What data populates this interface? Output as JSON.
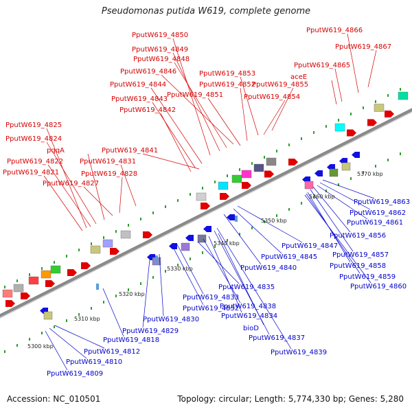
{
  "title": "Pseudomonas putida W619, complete genome",
  "footer": {
    "accession": "Accession: NC_010501",
    "summary": "Topology: circular; Length: 5,774,330 bp; Genes: 5,280"
  },
  "colors": {
    "top_labels": "#d40000",
    "bottom_labels": "#0000cc",
    "backbone": "#8a8a8a",
    "forward_gene": "#e00000",
    "reverse_gene": "#1010e0",
    "tick": "#2a9d2a"
  },
  "scale_labels": [
    "5300 kbp",
    "5310 kbp",
    "5320 kbp",
    "5330 kbp",
    "5340 kbp",
    "5350 kbp",
    "5360 kbp",
    "5370 kbp"
  ],
  "top_gene_labels": [
    "PputW619_4866",
    "PputW619_4850",
    "PputW619_4867",
    "PputW619_4849",
    "PputW619_4848",
    "PputW619_4865",
    "PputW619_4846",
    "PputW619_4853",
    "aceE",
    "PputW619_4844",
    "PputW619_4852",
    "PputW619_4855",
    "PputW619_4851",
    "PputW619_4843",
    "PputW619_4854",
    "PputW619_4842",
    "PputW619_4825",
    "PputW619_4824",
    "PputW619_4841",
    "pqqA",
    "PputW619_4822",
    "PputW619_4831",
    "PputW619_4821",
    "PputW619_4828",
    "PputW619_4827"
  ],
  "bottom_gene_labels": [
    "PputW619_4863",
    "PputW619_4862",
    "PputW619_4861",
    "PputW619_4856",
    "PputW619_4847",
    "PputW619_4845",
    "PputW619_4857",
    "PputW619_4858",
    "PputW619_4840",
    "PputW619_4859",
    "PputW619_4860",
    "PputW619_4835",
    "PputW619_4833",
    "PputW619_4838",
    "PputW619_4832",
    "PputW619_4834",
    "PputW619_4830",
    "bioD",
    "PputW619_4829",
    "PputW619_4837",
    "PputW619_4818",
    "PputW619_4839",
    "PputW619_4812",
    "PputW619_4810",
    "PputW619_4809"
  ]
}
